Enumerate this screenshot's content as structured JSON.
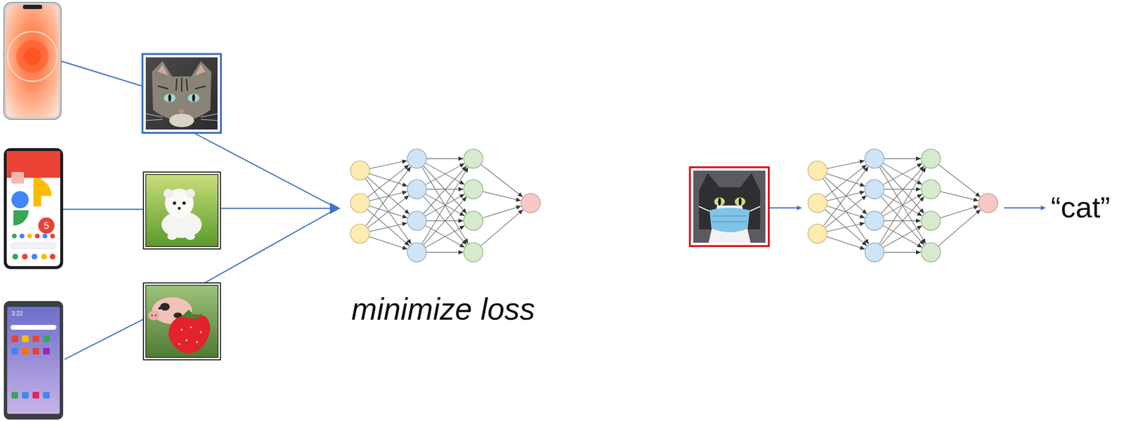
{
  "diagram": {
    "labels": [
      "minimize loss",
      "“cat”",
      "5",
      "3:22"
    ]
  }
}
